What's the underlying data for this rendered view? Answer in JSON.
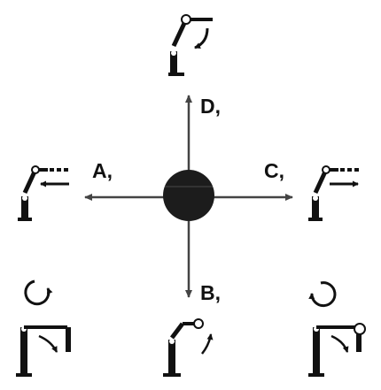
{
  "labels": {
    "up": "D,",
    "down": "B,",
    "left": "A,",
    "right": "C,"
  },
  "colors": {
    "ink": "#111111",
    "arrow": "#444444",
    "ball": "#1c1c1c",
    "background": "#ffffff"
  },
  "icons": [
    "robot-arm-rotate-wrist-icon",
    "robot-arm-move-left-icon",
    "robot-arm-move-right-icon",
    "robot-arm-rotate-ccw-icon",
    "robot-arm-curl-up-icon",
    "robot-arm-rotate-cw-icon"
  ]
}
